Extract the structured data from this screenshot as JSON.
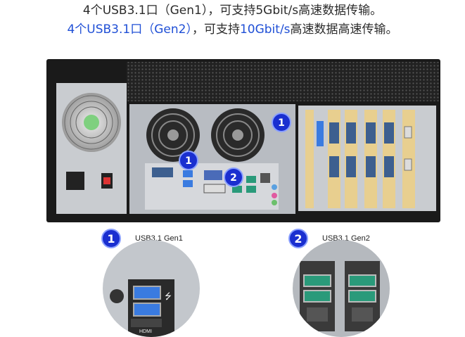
{
  "header": {
    "line1": "4个USB3.1口（Gen1），可支持5Gbit/s高速数据传输。",
    "line2_part1": "4个USB3.1口（Gen2）",
    "line2_part2": "，可支持",
    "line2_part3": "10Gbit/s",
    "line2_part4": "高速数据高速传输。"
  },
  "photo_badges": {
    "badge_top": "1",
    "badge_mid": "1",
    "badge_low": "2"
  },
  "callouts": [
    {
      "number": "1",
      "label": "USB3.1 Gen1"
    },
    {
      "number": "2",
      "label": "USB3.1 Gen2"
    }
  ],
  "zoom1": {
    "port_label": "HDMI"
  },
  "colors": {
    "accent_blue": "#1f4fd6",
    "badge_blue": "#1a2fd0",
    "usb_port_blue": "#3a7be0",
    "usb_port_teal": "#2a9a7a",
    "chassis_black": "#1a1a1a",
    "panel_gray": "#b8bcc2"
  }
}
